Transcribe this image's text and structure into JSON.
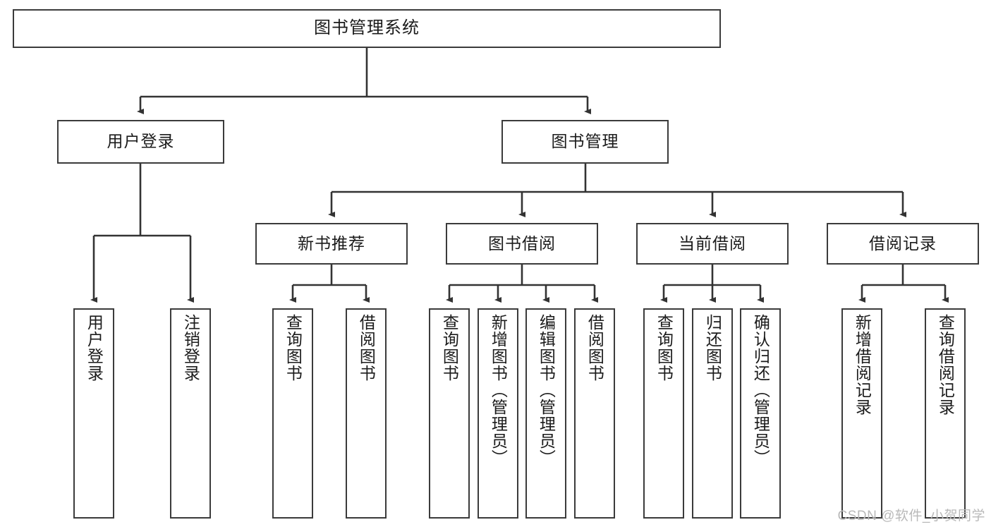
{
  "diagram": {
    "title": "图书管理系统",
    "type": "tree",
    "watermark": "CSDN @软件_小贺同学",
    "colors": {
      "box_border": "#3b3b3b",
      "box_fill": "#ffffff",
      "edge": "#333333",
      "text": "#1b1b1b",
      "watermark": "#b9b9b9"
    },
    "nodes": {
      "root": {
        "label": "图书管理系统"
      },
      "level2": [
        {
          "id": "user_login",
          "label": "用户登录"
        },
        {
          "id": "book_manage",
          "label": "图书管理"
        }
      ],
      "level3": [
        {
          "id": "new_book_rec",
          "label": "新书推荐"
        },
        {
          "id": "book_borrow",
          "label": "图书借阅"
        },
        {
          "id": "current_borrow",
          "label": "当前借阅"
        },
        {
          "id": "borrow_record",
          "label": "借阅记录"
        }
      ],
      "leaves": {
        "user_login": [
          {
            "id": "leaf_user_login",
            "label": "用户登录"
          },
          {
            "id": "leaf_user_logout",
            "label": "注销登录"
          }
        ],
        "new_book_rec": [
          {
            "id": "leaf_query_book_1",
            "label": "查询图书"
          },
          {
            "id": "leaf_borrow_book_1",
            "label": "借阅图书"
          }
        ],
        "book_borrow": [
          {
            "id": "leaf_query_book_2",
            "label": "查询图书"
          },
          {
            "id": "leaf_add_book",
            "label": "新增图书（管理员）"
          },
          {
            "id": "leaf_edit_book",
            "label": "编辑图书（管理员）"
          },
          {
            "id": "leaf_borrow_book_2",
            "label": "借阅图书"
          }
        ],
        "current_borrow": [
          {
            "id": "leaf_query_book_3",
            "label": "查询图书"
          },
          {
            "id": "leaf_return_book",
            "label": "归还图书"
          },
          {
            "id": "leaf_confirm_return",
            "label": "确认归还（管理员）"
          }
        ],
        "borrow_record": [
          {
            "id": "leaf_add_record",
            "label": "新增借阅记录"
          },
          {
            "id": "leaf_query_record",
            "label": "查询借阅记录"
          }
        ]
      }
    }
  }
}
